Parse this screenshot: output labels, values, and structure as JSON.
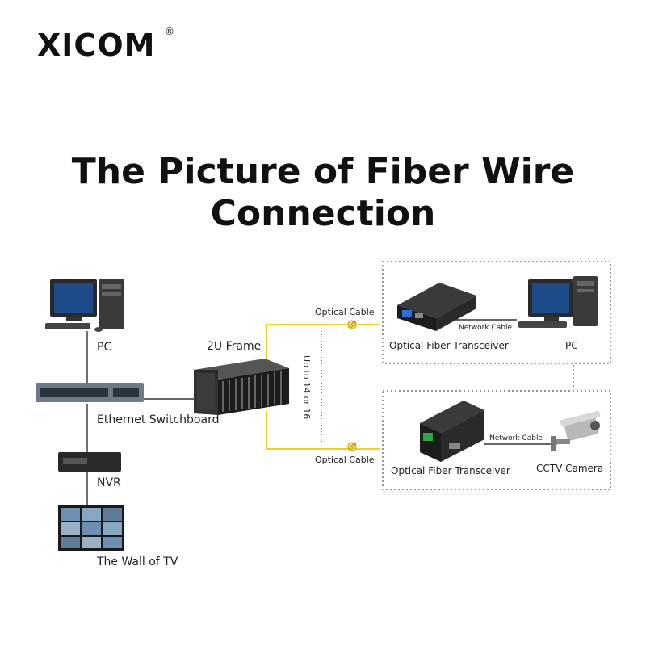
{
  "brand": {
    "logo_text": "XICOM",
    "registered": "®"
  },
  "title": {
    "line1": "The Picture of Fiber Wire",
    "line2": "Connection"
  },
  "left": {
    "pc_label": "PC",
    "switch_label": "Ethernet Switchboard",
    "nvr_label": "NVR",
    "tv_label": "The Wall of TV"
  },
  "center": {
    "frame_label": "2U Frame",
    "optical_top": "Optical Cable",
    "optical_bottom": "Optical Cable",
    "capacity": "Up to 14 or 16"
  },
  "right_top": {
    "transceiver_label": "Optical Fiber Transceiver",
    "network_cable": "Network Cable",
    "pc_label": "PC"
  },
  "right_bottom": {
    "transceiver_label": "Optical Fiber Transceiver",
    "network_cable": "Network Cable",
    "camera_label": "CCTV Camera"
  },
  "colors": {
    "fiber": "#f2d02a",
    "line": "#333333",
    "dotted_box": "#555555"
  }
}
